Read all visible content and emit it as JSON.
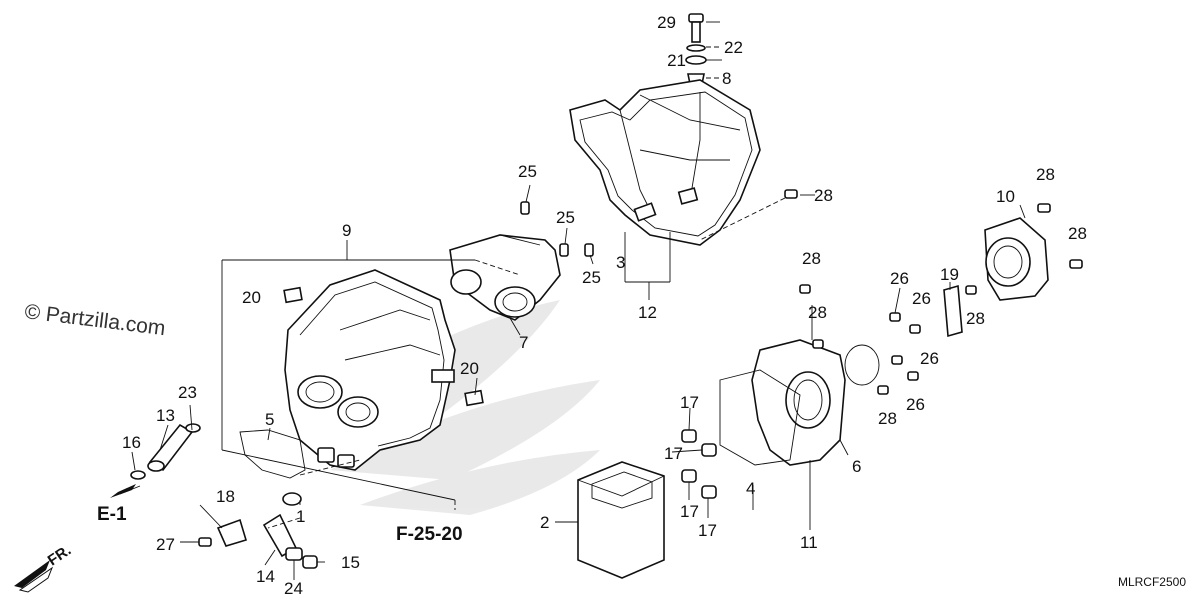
{
  "watermark": "© Partzilla.com",
  "diagram_code": "MLRCF2500",
  "refs": {
    "e1": "E-1",
    "f2520": "F-25-20",
    "front": "FR."
  },
  "callouts": [
    {
      "id": "c29",
      "label": "29"
    },
    {
      "id": "c22",
      "label": "22"
    },
    {
      "id": "c21",
      "label": "21"
    },
    {
      "id": "c8",
      "label": "8"
    },
    {
      "id": "c28a",
      "label": "28"
    },
    {
      "id": "c25a",
      "label": "25"
    },
    {
      "id": "c25b",
      "label": "25"
    },
    {
      "id": "c25c",
      "label": "25"
    },
    {
      "id": "c3",
      "label": "3"
    },
    {
      "id": "c12",
      "label": "12"
    },
    {
      "id": "c9",
      "label": "9"
    },
    {
      "id": "c20a",
      "label": "20"
    },
    {
      "id": "c7",
      "label": "7"
    },
    {
      "id": "c20b",
      "label": "20"
    },
    {
      "id": "c23",
      "label": "23"
    },
    {
      "id": "c13",
      "label": "13"
    },
    {
      "id": "c16",
      "label": "16"
    },
    {
      "id": "c5",
      "label": "5"
    },
    {
      "id": "c18",
      "label": "18"
    },
    {
      "id": "c1",
      "label": "1"
    },
    {
      "id": "c27",
      "label": "27"
    },
    {
      "id": "c14",
      "label": "14"
    },
    {
      "id": "c24",
      "label": "24"
    },
    {
      "id": "c15",
      "label": "15"
    },
    {
      "id": "c2",
      "label": "2"
    },
    {
      "id": "c10",
      "label": "10"
    },
    {
      "id": "c28b",
      "label": "28"
    },
    {
      "id": "c28c",
      "label": "28"
    },
    {
      "id": "c28d",
      "label": "28"
    },
    {
      "id": "c19",
      "label": "19"
    },
    {
      "id": "c26a",
      "label": "26"
    },
    {
      "id": "c26b",
      "label": "26"
    },
    {
      "id": "c28e",
      "label": "28"
    },
    {
      "id": "c28f",
      "label": "28"
    },
    {
      "id": "c26c",
      "label": "26"
    },
    {
      "id": "c26d",
      "label": "26"
    },
    {
      "id": "c28g",
      "label": "28"
    },
    {
      "id": "c17a",
      "label": "17"
    },
    {
      "id": "c17b",
      "label": "17"
    },
    {
      "id": "c17c",
      "label": "17"
    },
    {
      "id": "c17d",
      "label": "17"
    },
    {
      "id": "c6",
      "label": "6"
    },
    {
      "id": "c4",
      "label": "4"
    },
    {
      "id": "c11",
      "label": "11"
    }
  ]
}
